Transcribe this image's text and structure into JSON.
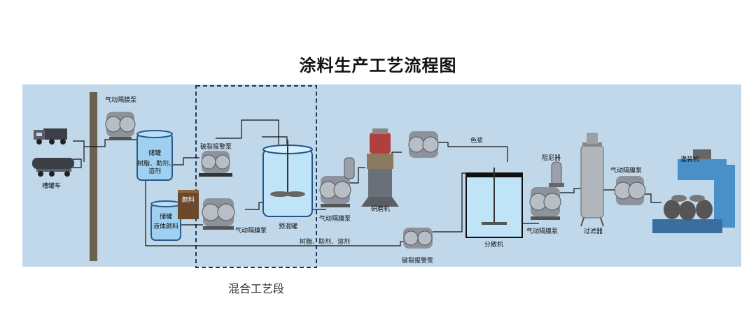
{
  "title": "涂料生产工艺流程图",
  "section_caption": "混合工艺段",
  "labels": {
    "tanker": "槽罐车",
    "pump_top_left": "气动隔膜泵",
    "storage_tank_1_line1": "储罐",
    "storage_tank_1_line2": "树脂、助剂、",
    "storage_tank_1_line3": "溶剂",
    "storage_tank_2_line1": "储罐",
    "storage_tank_2_line2": "液体颜料",
    "pigment_bag": "颜料",
    "rupture_alarm_pump_1": "破裂报警泵",
    "pump_mix": "气动隔膜泵",
    "premix_tank": "预混罐",
    "pump_after_premix": "气动隔膜泵",
    "resin_line": "树脂、助剂、溶剂",
    "mill": "研磨机",
    "color_paste": "色浆",
    "rupture_alarm_pump_2": "破裂报警泵",
    "disperser": "分散机",
    "pump_after_disperser": "气动隔膜泵",
    "damper": "阻尼器",
    "filter": "过滤器",
    "pump_filling": "气动隔膜泵",
    "filling_machine": "灌装机"
  },
  "colors": {
    "background_panel": "#c0d8ea",
    "pipe": "#111111",
    "tank_fill": "#9fd0f0",
    "dashed_box": "#1f3a5a"
  }
}
